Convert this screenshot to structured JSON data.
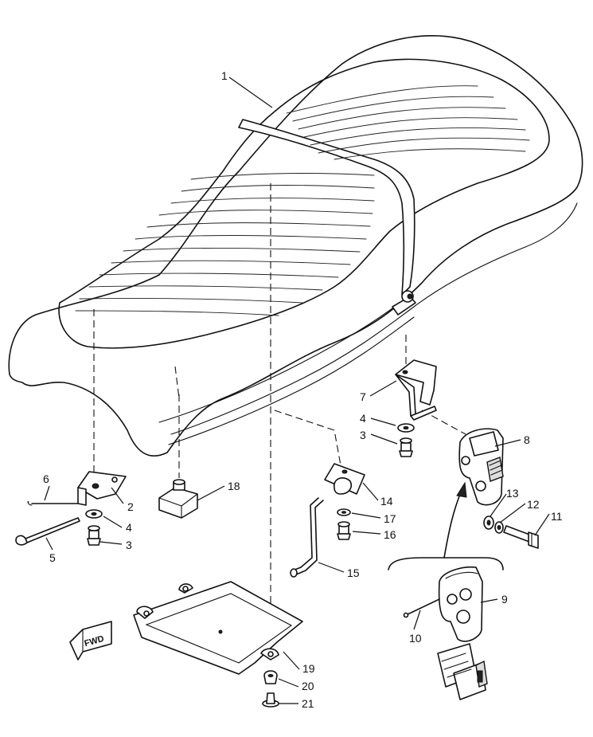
{
  "callouts": [
    "1",
    "2",
    "3",
    "3",
    "4",
    "4",
    "5",
    "6",
    "7",
    "8",
    "9",
    "10",
    "11",
    "12",
    "13",
    "14",
    "15",
    "16",
    "17",
    "18",
    "19",
    "20",
    "21"
  ],
  "fwd_label": "FWD"
}
